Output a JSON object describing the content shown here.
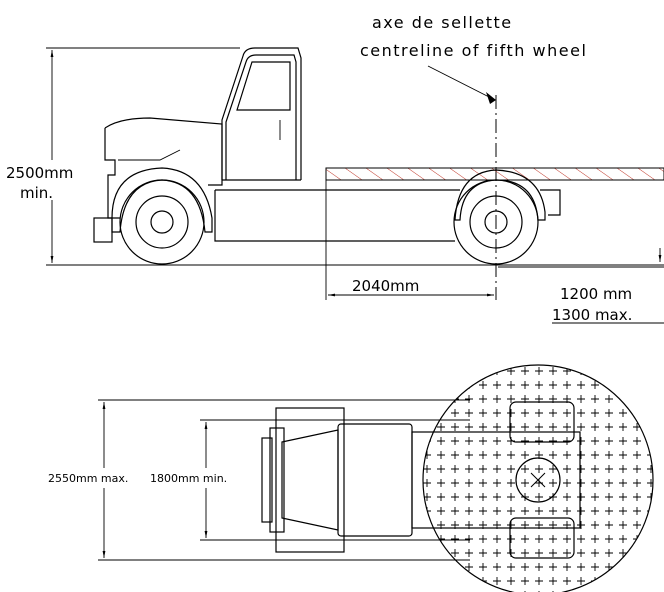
{
  "side_view": {
    "fifth_wheel_fr": "axe de sellette",
    "fifth_wheel_en": "centreline of fifth wheel",
    "height_value": "2500mm",
    "height_note": "min.",
    "length_value": "2040mm",
    "overhang_a": "1200 mm",
    "overhang_b": "1300 max."
  },
  "top_view": {
    "width_max": "2550mm max.",
    "width_min": "1800mm min."
  }
}
